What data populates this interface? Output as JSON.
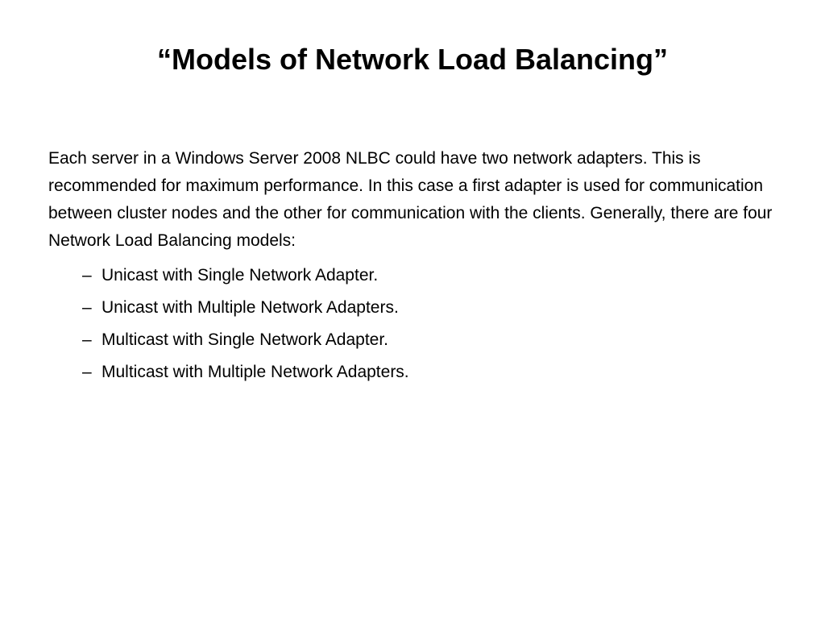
{
  "slide": {
    "title": "“Models of Network Load Balancing”",
    "paragraph": "Each server in a Windows Server 2008 NLBC could have two network adapters. This is recommended for maximum performance. In this case a first adapter is used for communication between cluster nodes and the other for communication with the clients. Generally, there are four Network Load Balancing models:",
    "bullet_marker": "–",
    "bullets": [
      "Unicast with Single Network Adapter.",
      "Unicast with Multiple Network Adapters.",
      "Multicast with Single Network Adapter.",
      "Multicast with Multiple Network Adapters."
    ]
  }
}
